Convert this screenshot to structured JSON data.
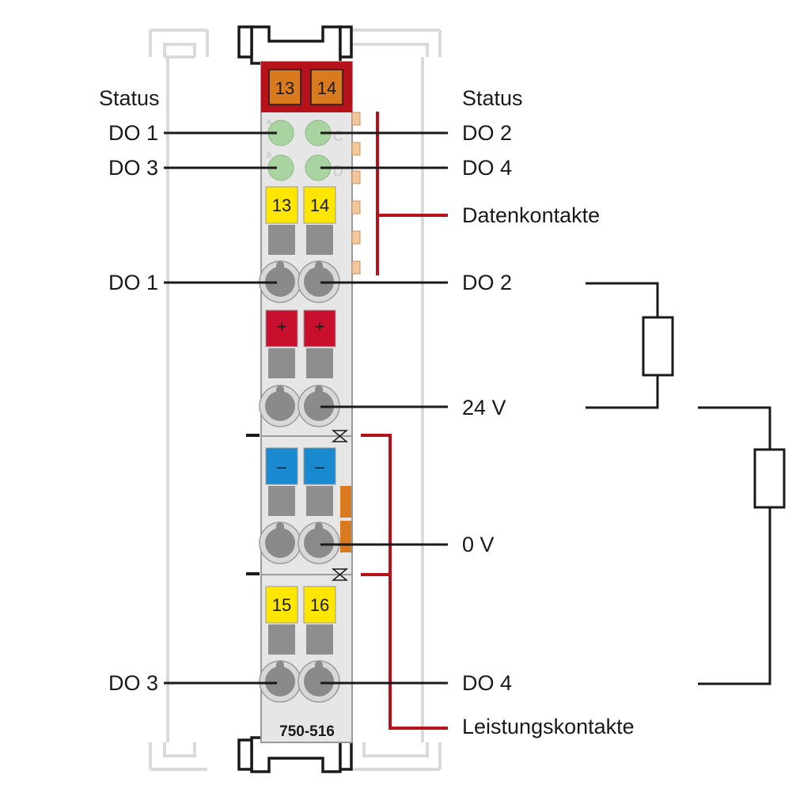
{
  "labels": {
    "status_left": "Status",
    "status_right": "Status",
    "do1_led": "DO 1",
    "do2_led": "DO 2",
    "do3_led": "DO 3",
    "do4_led": "DO 4",
    "datenkontakte": "Datenkontakte",
    "do1_term": "DO 1",
    "do2_term": "DO 2",
    "v24": "24 V",
    "v0": "0 V",
    "do3_term": "DO 3",
    "do4_term": "DO 4",
    "leistungskontakte": "Leistungskontakte"
  },
  "module": {
    "part_number": "750-516",
    "top_markers": [
      "13",
      "14"
    ],
    "terminal_labels_top": [
      "13",
      "14"
    ],
    "terminal_labels_bottom": [
      "15",
      "16"
    ],
    "plus_symbol": "+",
    "minus_symbol": "–",
    "led_letters": [
      "A",
      "C",
      "B",
      "D"
    ]
  },
  "colors": {
    "module_body": "#e6e6e6",
    "header_red": "#b5121b",
    "marker_orange": "#d97a1e",
    "terminal_yellow": "#ffe600",
    "terminal_red": "#c8102e",
    "terminal_blue": "#1a8ad0",
    "led_green": "#a9d3a0",
    "contact_red": "#b5121b",
    "line_black": "#1a1a1a"
  }
}
